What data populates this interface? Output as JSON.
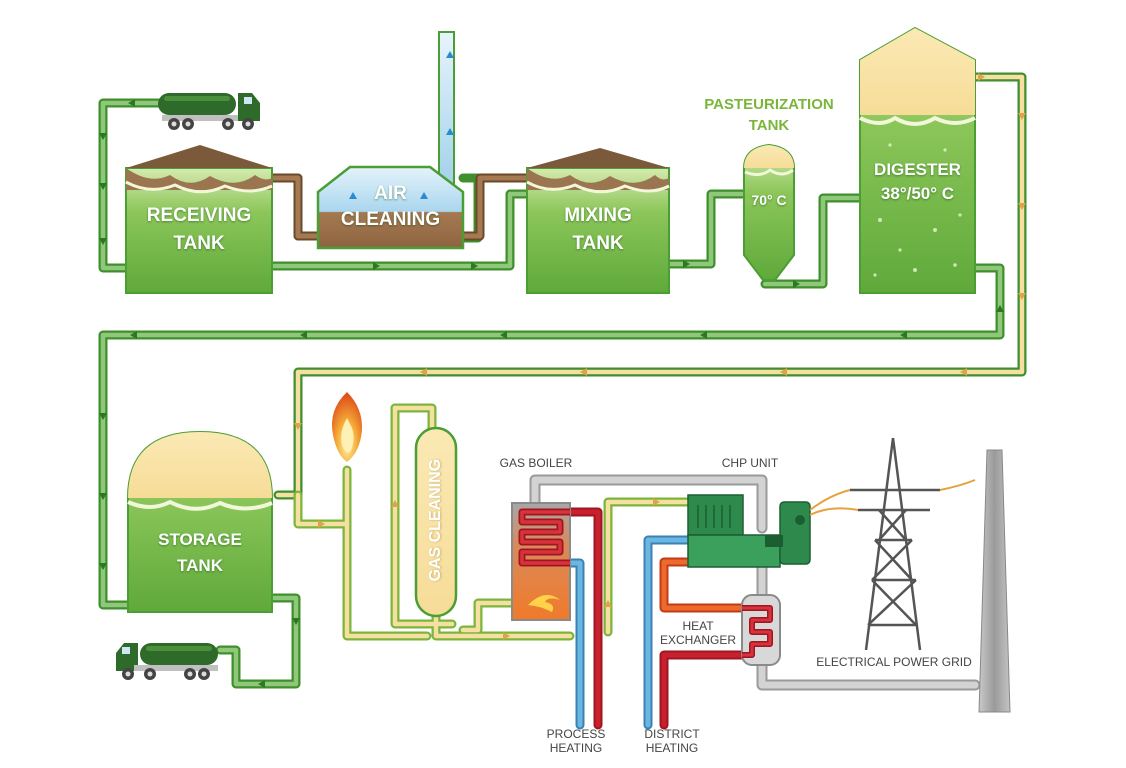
{
  "labels": {
    "receiving_tank": [
      "RECEIVING",
      "TANK"
    ],
    "air_cleaning": [
      "AIR",
      "CLEANING"
    ],
    "mixing_tank": [
      "MIXING",
      "TANK"
    ],
    "pasteurization_tank": [
      "PASTEURIZATION",
      "TANK"
    ],
    "pasteurization_temp": "70° C",
    "digester": [
      "DIGESTER",
      "38°/50° C"
    ],
    "storage_tank": [
      "STORAGE",
      "TANK"
    ],
    "gas_cleaning": "GAS CLEANING",
    "gas_boiler": "GAS BOILER",
    "chp_unit": "CHP UNIT",
    "heat_exchanger": [
      "HEAT",
      "EXCHANGER"
    ],
    "electrical_power_grid": "ELECTRICAL POWER GRID",
    "process_heating": [
      "PROCESS",
      "HEATING"
    ],
    "district_heating": [
      "DISTRICT",
      "HEATING"
    ]
  },
  "colors": {
    "pipe_green": "#4a9e34",
    "pipe_yellow": "#f5dfa2",
    "pipe_gray": "#c8c8c8",
    "pipe_red": "#c8202e",
    "pipe_blue": "#5aa8d8",
    "pipe_orange": "#e8632a",
    "label_green": "#7bb63a",
    "tank_green": "#6fb544",
    "truck_green": "#2e6b2a"
  },
  "icons": [
    "tanker-truck-icon",
    "flame-icon",
    "chimney-icon",
    "power-pylon-icon",
    "flow-arrow-icon"
  ]
}
